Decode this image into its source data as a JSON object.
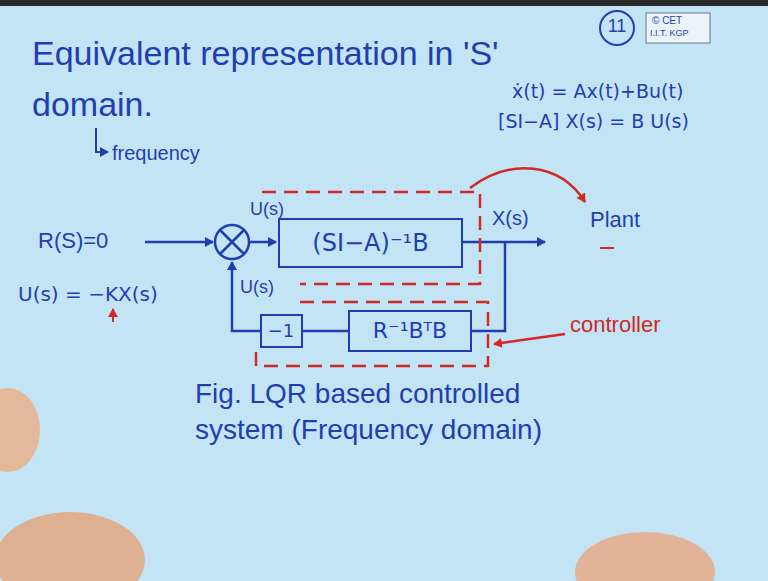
{
  "diagram": {
    "title": "Equivalent representation in 'S' domain.",
    "caption": "Fig. LQR based controlled system (Frequency domain)",
    "nodes": [
      {
        "text": [
          "(SI−A)⁻¹B"
        ]
      },
      {
        "text": [
          "−1"
        ]
      },
      {
        "text": [
          "R⁻¹BᵀB"
        ]
      }
    ],
    "edges": [
      {
        "from": 2,
        "to": 1,
        "arrow": "none"
      }
    ],
    "labels": [
      "11",
      "© CET",
      "I.I.T. KGP",
      "frequency",
      "ẋ(t) = Ax(t)+Bu(t)",
      "[SI−A] X(s) = B U(s)",
      "R(S)=0",
      "U(s)",
      "X(s)",
      "Plant",
      "U(s) = −KX(s)",
      "U(s)",
      "controller"
    ]
  }
}
